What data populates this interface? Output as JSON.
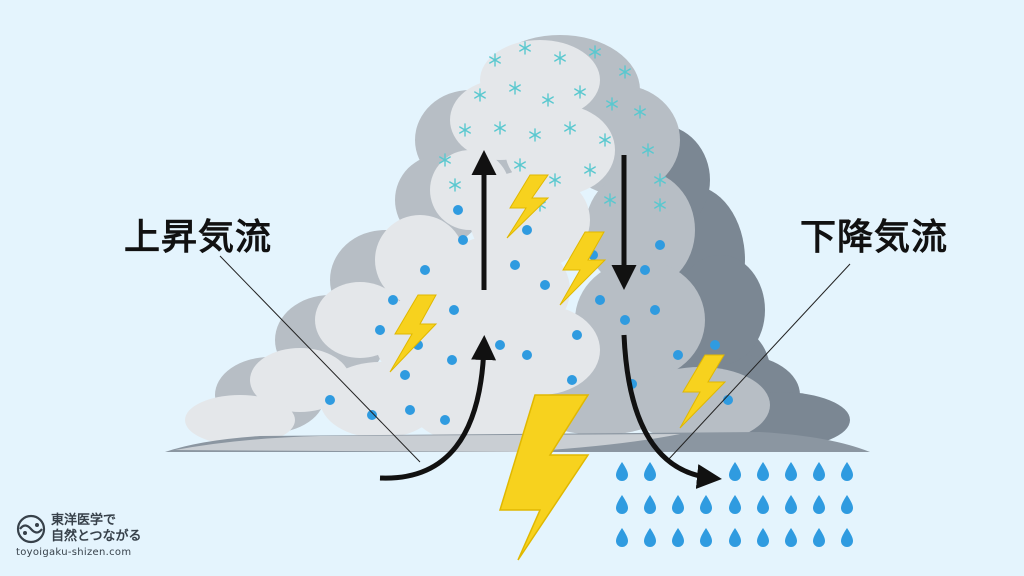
{
  "labels": {
    "updraft": "上昇気流",
    "downdraft": "下降気流"
  },
  "brand": {
    "line1": "東洋医学で",
    "line2": "自然とつながる",
    "url": "toyoigaku-shizen.com"
  },
  "colors": {
    "background": "#e4f4fd",
    "cloud_light": "#e4e7ea",
    "cloud_mid": "#b7bec5",
    "cloud_dark": "#7b8793",
    "lightning": "#f7d21e",
    "droplet": "#2f9be0",
    "arrow": "#111111"
  },
  "icons": [
    "snowflake-icon",
    "lightning-bolt-icon",
    "raindrop-icon",
    "arrow-up-icon",
    "arrow-down-icon"
  ]
}
